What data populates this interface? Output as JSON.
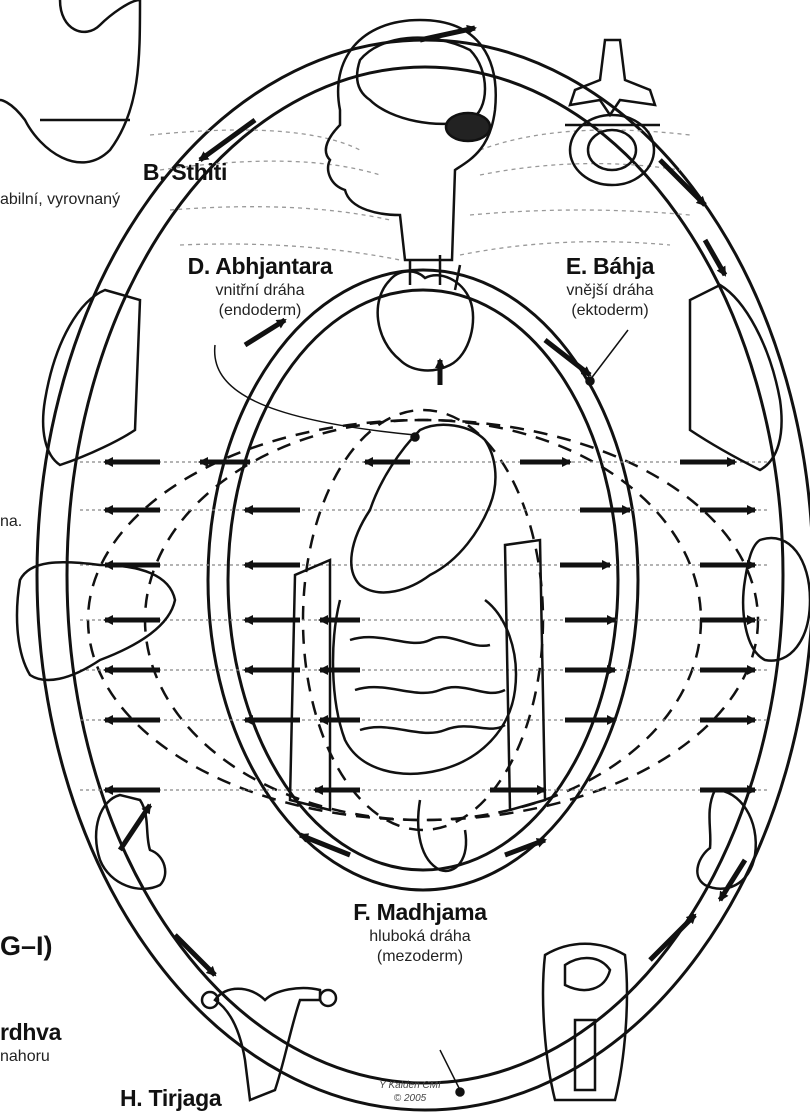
{
  "labels": {
    "sthiti": {
      "title": "B. Sthiti",
      "sub": "abilní, vyrovnaný"
    },
    "abhjantara": {
      "title": "D. Abhjantara",
      "line1": "vnitřní dráha",
      "line2": "(endoderm)"
    },
    "bahja": {
      "title": "E. Báhja",
      "line1": "vnější dráha",
      "line2": "(ektoderm)"
    },
    "madhjama": {
      "title": "F. Madhjama",
      "line1": "hluboká dráha",
      "line2": "(mezoderm)"
    },
    "left_fragment": "na.",
    "group_fragment": "G–I)",
    "urdhva_fragment": "rdhva",
    "urdhva_sub_fragment": "nahoru",
    "tirjaga": "H. Tirjaga",
    "signature": "Y Kalden CMI",
    "signature_year": "© 2005"
  }
}
